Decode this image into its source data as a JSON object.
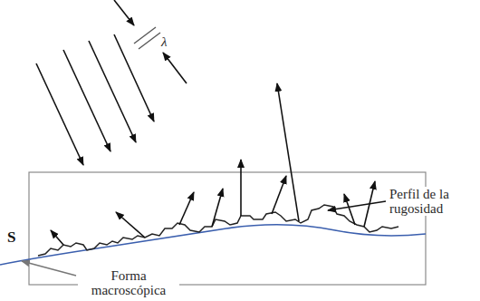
{
  "diagram": {
    "labels": [
      "λ",
      "S",
      "Perfil de la rugosidad",
      "Forma macroscópica"
    ]
  }
}
